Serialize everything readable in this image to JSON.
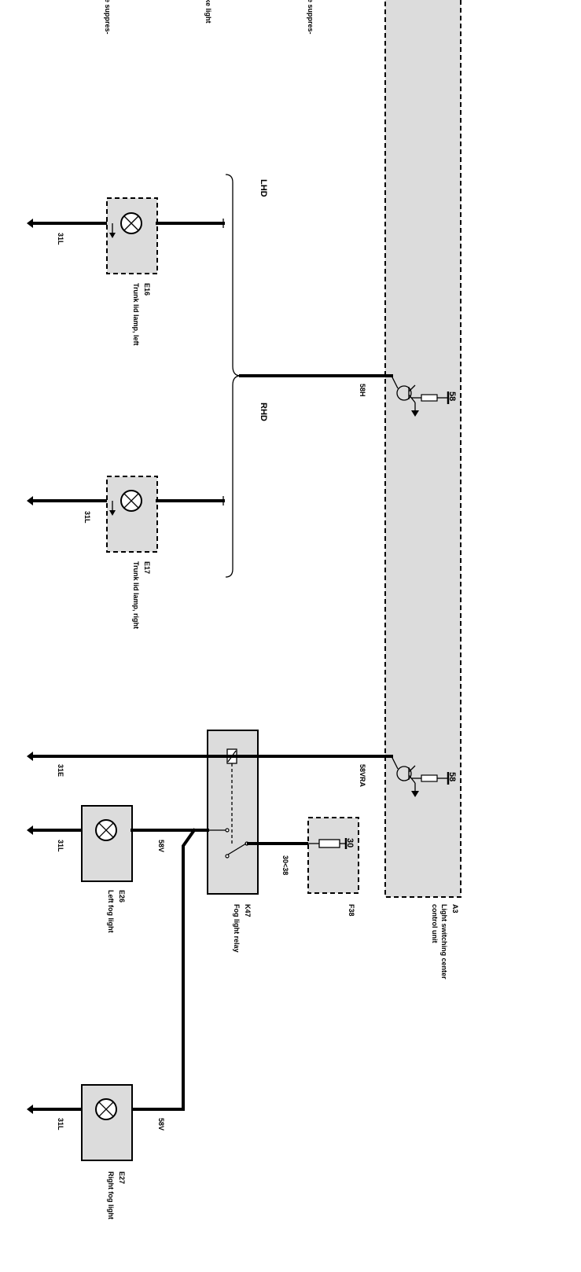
{
  "diagram": {
    "components": {
      "a3": {
        "code": "A3",
        "name_line1": "Light switching center",
        "name_line2": "control unit"
      },
      "e16": {
        "code": "E16",
        "name": "Trunk lid lamp, left"
      },
      "e17": {
        "code": "E17",
        "name": "Trunk lid lamp, right"
      },
      "e26": {
        "code": "E26",
        "name": "Left fog light"
      },
      "e27": {
        "code": "E27",
        "name": "Right fog light"
      },
      "k47": {
        "code": "K47",
        "name": "Fog light relay"
      },
      "f38": {
        "code": "F38"
      }
    },
    "top_fragments": {
      "left": "e suppres-",
      "middle": "ke light",
      "right": "e suppres-"
    },
    "brace_labels": {
      "lhd": "LHD",
      "rhd": "RHD"
    },
    "pins": {
      "pin_58_upper": "58",
      "pin_58_lower": "58",
      "pin_30": "30"
    },
    "wire_labels": {
      "w_31l_e16": "31L",
      "w_31l_e17": "31L",
      "w_58h": "58H",
      "w_31e": "31E",
      "w_58vra": "58VRA",
      "w_31l_e26": "31L",
      "w_58v_e26": "58V",
      "w_30_38": "30<38",
      "w_31l_e27": "31L",
      "w_58v_e27": "58V"
    }
  }
}
